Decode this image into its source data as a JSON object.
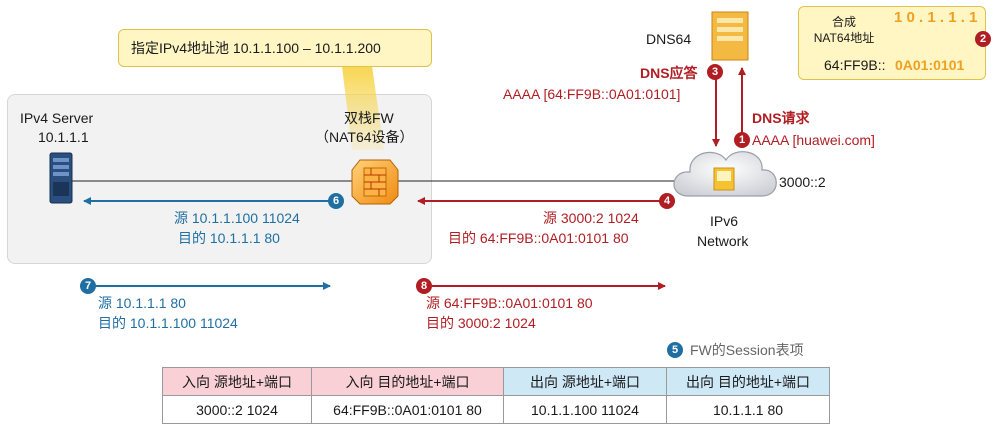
{
  "pool_callout": "指定IPv4地址池 10.1.1.100 – 10.1.1.200",
  "server": {
    "name": "IPv4 Server",
    "ip": "10.1.1.1"
  },
  "fw": {
    "name": "双栈FW",
    "desc": "（NAT64设备）"
  },
  "dns64": {
    "name": "DNS64"
  },
  "synth": {
    "label": "合成\nNAT64地址",
    "ipv4": "1 0 . 1 . 1 . 1",
    "prefix": "64:FF9B::",
    "suffix": "0A01:0101"
  },
  "dns_reply": {
    "label": "DNS应答",
    "record": "AAAA [64:FF9B::0A01:0101]"
  },
  "dns_request": {
    "label": "DNS请求",
    "record": "AAAA [huawei.com]"
  },
  "ipv6": {
    "addr": "3000::2",
    "line1": "IPv6",
    "line2": "Network"
  },
  "steps": {
    "s1": "1",
    "s2": "2",
    "s3": "3",
    "s4": "4",
    "s5": "5",
    "s6": "6",
    "s7": "7",
    "s8": "8"
  },
  "flow4": {
    "src": "源  3000:2  1024",
    "dst": "目的  64:FF9B::0A01:0101  80"
  },
  "flow6": {
    "src": "源  10.1.1.100  11024",
    "dst": "目的  10.1.1.1  80"
  },
  "flow7": {
    "src": "源  10.1.1.1  80",
    "dst": "目的  10.1.1.100  11024"
  },
  "flow8": {
    "src": "源  64:FF9B::0A01:0101  80",
    "dst": "目的  3000:2  1024"
  },
  "session": {
    "title": "FW的Session表项",
    "headers": [
      "入向 源地址+端口",
      "入向 目的地址+端口",
      "出向 源地址+端口",
      "出向 目的地址+端口"
    ],
    "row": [
      "3000::2  1024",
      "64:FF9B::0A01:0101  80",
      "10.1.1.100  11024",
      "10.1.1.1  80"
    ]
  },
  "colors": {
    "red": "#b01e23",
    "blue": "#1f6fa3",
    "orange": "#f0a020"
  }
}
